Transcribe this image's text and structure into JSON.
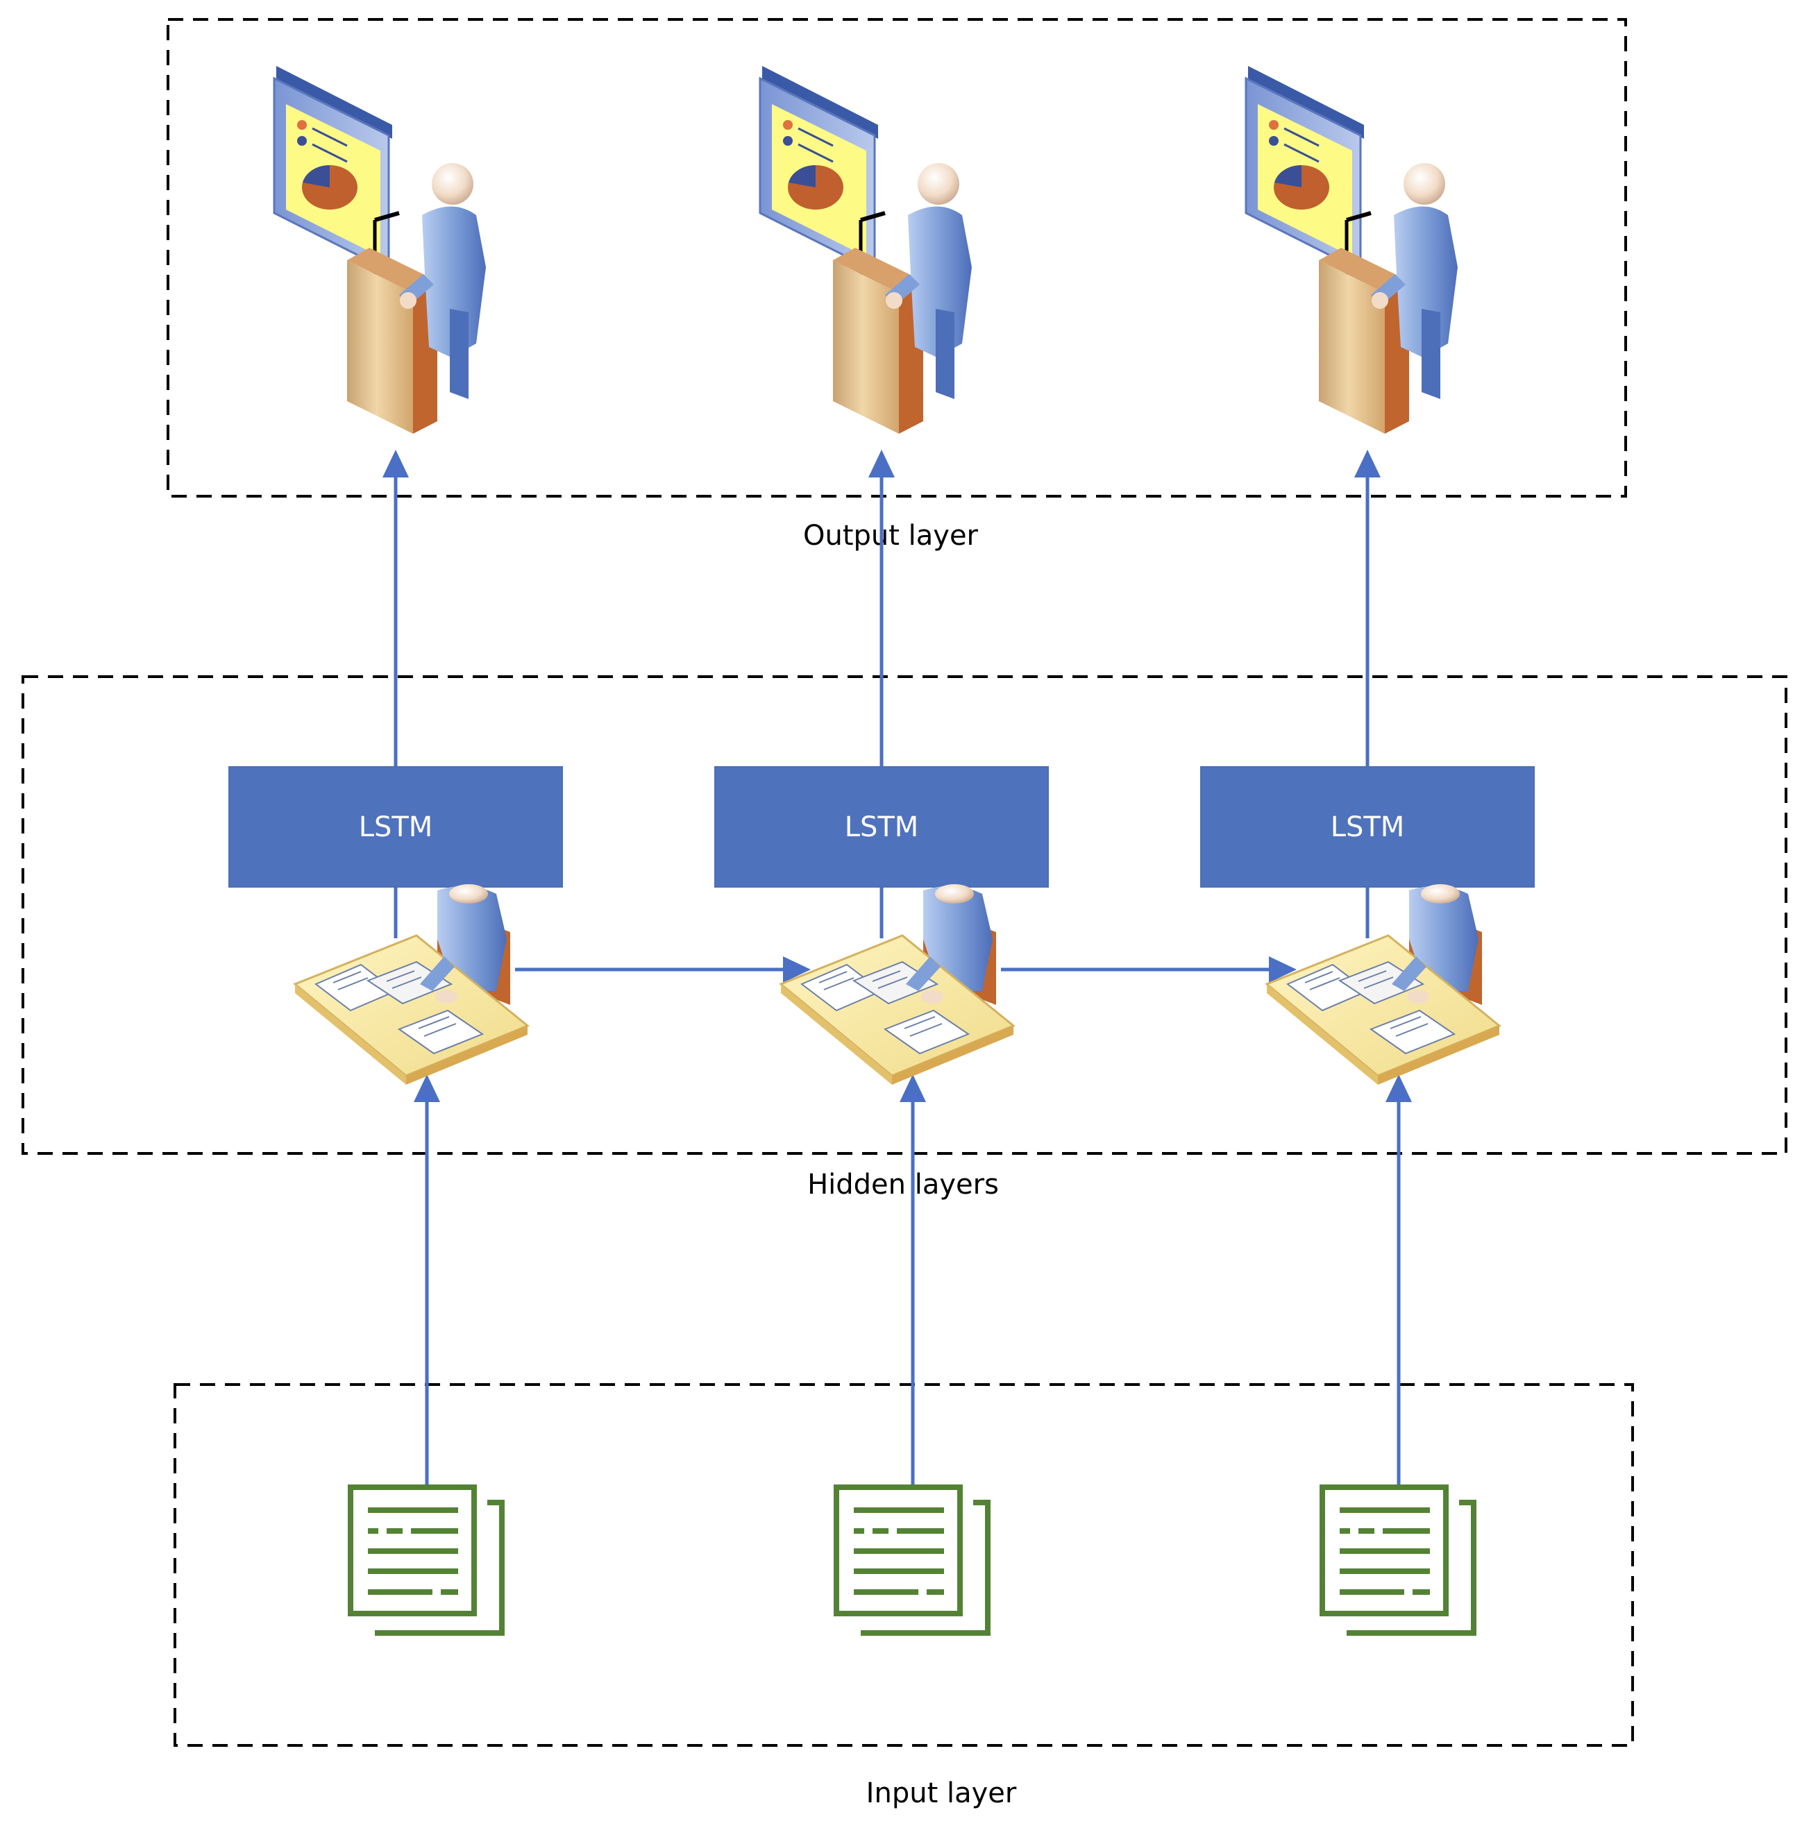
{
  "layers": {
    "output": {
      "label": "Output layer"
    },
    "hidden": {
      "label": "Hidden layers"
    },
    "input": {
      "label": "Input layer"
    }
  },
  "lstm_units": [
    {
      "label": "LSTM"
    },
    {
      "label": "LSTM"
    },
    {
      "label": "LSTM"
    }
  ],
  "icons": {
    "output": "presenter-at-podium-icon",
    "hidden": "person-at-desk-icon",
    "input": "document-stack-icon"
  },
  "colors": {
    "lstm_fill": "#4f72bd",
    "arrow": "#4a6fc4",
    "document": "#548235",
    "dash_border": "#000000"
  }
}
